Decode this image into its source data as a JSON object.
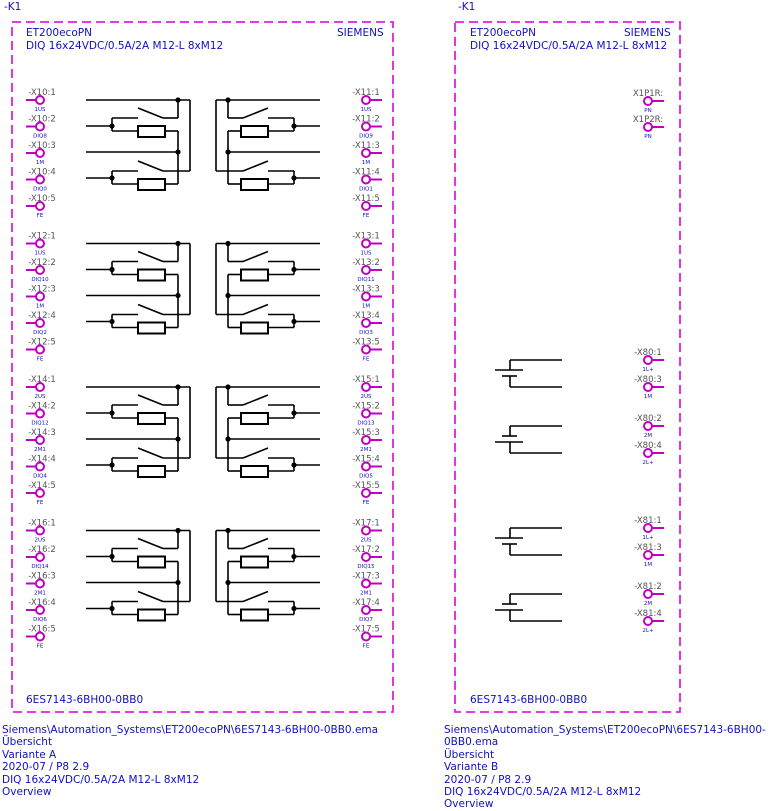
{
  "colors": {
    "frame": "#e020e0",
    "text": "#1010c0",
    "terminal": "#c000c0",
    "wire": "#000000",
    "label": "#555555"
  },
  "left": {
    "designation": "-K1",
    "title": "ET200ecoPN",
    "subtitle": "DIQ 16x24VDC/0.5A/2A M12-L 8xM12",
    "brand": "SIEMENS",
    "part": "6ES7143-6BH00-0BB0",
    "groups": [
      {
        "left": [
          [
            "-X10:1",
            "1US"
          ],
          [
            "-X10:2",
            "DIQ8"
          ],
          [
            "-X10:3",
            "1M"
          ],
          [
            "-X10:4",
            "DIQ0"
          ],
          [
            "-X10:5",
            "FE"
          ]
        ],
        "right": [
          [
            "-X11:1",
            "1US"
          ],
          [
            "-X11:2",
            "DIQ9"
          ],
          [
            "-X11:3",
            "1M"
          ],
          [
            "-X11:4",
            "DIQ1"
          ],
          [
            "-X11:5",
            "FE"
          ]
        ]
      },
      {
        "left": [
          [
            "-X12:1",
            "1US"
          ],
          [
            "-X12:2",
            "DIQ10"
          ],
          [
            "-X12:3",
            "1M"
          ],
          [
            "-X12:4",
            "DIQ2"
          ],
          [
            "-X12:5",
            "FE"
          ]
        ],
        "right": [
          [
            "-X13:1",
            "1US"
          ],
          [
            "-X13:2",
            "DIQ11"
          ],
          [
            "-X13:3",
            "1M"
          ],
          [
            "-X13:4",
            "DIQ3"
          ],
          [
            "-X13:5",
            "FE"
          ]
        ]
      },
      {
        "left": [
          [
            "-X14:1",
            "2US"
          ],
          [
            "-X14:2",
            "DIQ12"
          ],
          [
            "-X14:3",
            "2M1"
          ],
          [
            "-X14:4",
            "DIQ4"
          ],
          [
            "-X14:5",
            "FE"
          ]
        ],
        "right": [
          [
            "-X15:1",
            "2US"
          ],
          [
            "-X15:2",
            "DIQ13"
          ],
          [
            "-X15:3",
            "2M1"
          ],
          [
            "-X15:4",
            "DIQ5"
          ],
          [
            "-X15:5",
            "FE"
          ]
        ]
      },
      {
        "left": [
          [
            "-X16:1",
            "2US"
          ],
          [
            "-X16:2",
            "DIQ14"
          ],
          [
            "-X16:3",
            "2M1"
          ],
          [
            "-X16:4",
            "DIQ6"
          ],
          [
            "-X16:5",
            "FE"
          ]
        ],
        "right": [
          [
            "-X17:1",
            "2US"
          ],
          [
            "-X17:2",
            "DIQ15"
          ],
          [
            "-X17:3",
            "2M1"
          ],
          [
            "-X17:4",
            "DIQ7"
          ],
          [
            "-X17:5",
            "FE"
          ]
        ]
      }
    ],
    "footer": [
      "Siemens\\Automation_Systems\\ET200ecoPN\\6ES7143-6BH00-0BB0.ema",
      "Übersicht",
      "Variante A",
      "2020-07 / P8 2.9",
      "DIQ 16x24VDC/0.5A/2A M12-L 8xM12",
      "Overview"
    ]
  },
  "right": {
    "designation": "-K1",
    "title": "ET200ecoPN",
    "subtitle": "DIQ 16x24VDC/0.5A/2A M12-L 8xM12",
    "brand": "SIEMENS",
    "part": "6ES7143-6BH00-0BB0",
    "ports": [
      [
        "X1P1R:",
        "PN"
      ],
      [
        "X1P2R:",
        "PN"
      ]
    ],
    "power": [
      [
        [
          "-X80:1",
          "1L+"
        ],
        [
          "-X80:3",
          "1M"
        ],
        [
          "-X80:2",
          "2M"
        ],
        [
          "-X80:4",
          "2L+"
        ]
      ],
      [
        [
          "-X81:1",
          "1L+"
        ],
        [
          "-X81:3",
          "1M"
        ],
        [
          "-X81:2",
          "2M"
        ],
        [
          "-X81:4",
          "2L+"
        ]
      ]
    ],
    "footer": [
      "Siemens\\Automation_Systems\\ET200ecoPN\\6ES7143-6BH00-0BB0.ema",
      "Übersicht",
      "Variante B",
      "2020-07 / P8 2.9",
      "DIQ 16x24VDC/0.5A/2A M12-L 8xM12",
      "Overview"
    ]
  }
}
